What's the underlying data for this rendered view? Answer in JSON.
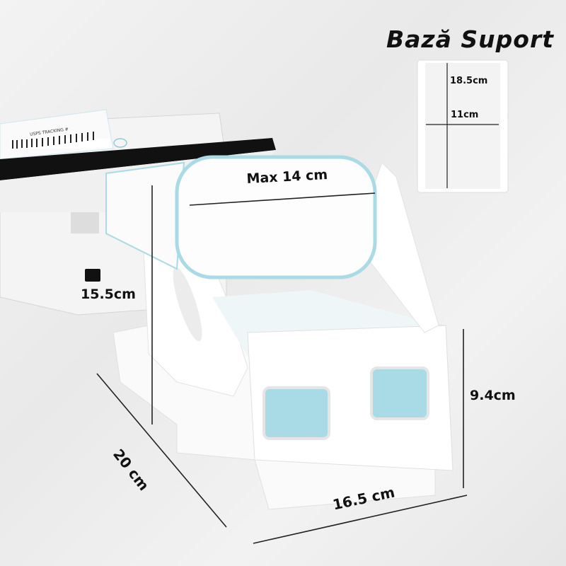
{
  "title": "Bază Suport",
  "base_diagram": {
    "height_label": "18.5cm",
    "width_label": "11cm"
  },
  "dimensions": {
    "roll_max_width": "Max 14 cm",
    "stand_height": "15.5cm",
    "depth": "20 cm",
    "width": "16.5 cm",
    "front_height": "9.4cm"
  },
  "printer_label": {
    "text": "USPS TRACKING #"
  },
  "colors": {
    "label_edge": "#a9dbe6",
    "stand": "#ffffff",
    "printer_top": "#111111",
    "text": "#111111"
  }
}
